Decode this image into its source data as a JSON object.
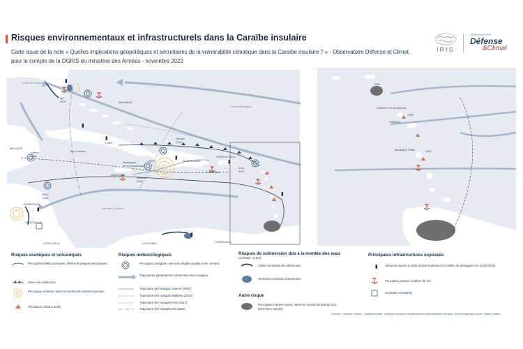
{
  "header": {
    "title": "Risques environnementaux et infrastructurels dans la Caraïbe insulaire",
    "subtitle": "Carte issue de la note « Quelles implications géopolitiques et sécuritaires de la vulnérabilité climatique dans la Caraïbe insulaire ? » - Observatoire Défense et Climat, pour le compte de la DGRIS du ministère des Armées - novembre 2022"
  },
  "logos": {
    "iris": "IRIS",
    "observatoire": "OBSERVATOIRE",
    "defense": "Défense",
    "climat": "&Climat"
  },
  "map_labels": {
    "golfe_mexique": "Golfe du Mexique",
    "bahamas": "BAHAMAS",
    "ocean_atlantique": "Océan Atlantique",
    "mer_caraibes": "Mer des Caraïbes",
    "cuba": "CUBA",
    "mexique": "MEXIQUE",
    "honduras": "HONDURAS",
    "nicaragua": "NICARAGUA",
    "costa_rica": "COSTA RICA",
    "colombie": "COLOMBIE",
    "venezuela": "VENEZUELA",
    "haiti": "HAÏTI",
    "dominicana": "DOMINICANA",
    "jamaique": "JAMAÏQUE",
    "puerto_rico": "PUERTO RICO",
    "ian": "Ian",
    "ian_year": "2022",
    "jeanne": "Jeanne",
    "jeanne_year": "2004",
    "matthew": "Matthew",
    "matthew_year": "2016",
    "irma": "Irma",
    "irma_year": "2017",
    "gilbert": "Gilbert",
    "gilbert_year": "1988",
    "mitch": "Mitch",
    "mitch_year": "1998",
    "ten_colmans": "Ten Colmans",
    "martinique_guadeloupe": "Martinique\nde la Guadeloupe",
    "ponte_rica": "Ponte Rica",
    "gp_soufriere_montserrat": "Soufrière de Montserrat",
    "gp_soufriere": "Soufrière",
    "gp_montagne_pelee": "Montagne Pelée",
    "gp_1995": "1995",
    "gp_1902": "1902",
    "gp_1986": "1986"
  },
  "legend": {
    "sismique": {
      "title": "Risques sismiques et volcaniques",
      "items": [
        "Principales failles sismiques, limites de plaques tectoniques",
        "Zones de subduction",
        "Principaux séismes, selon le nombre de victimes (année)",
        "Principaux volcans actifs"
      ]
    },
    "meteo": {
      "title": "Risques météorologiques",
      "items": [
        "Principaux ouragans, selon les dégâts causés (nom, année)",
        "Trajectoires généralement observées des ouragans",
        "Trajectoire de l'ouragan Jeanne (2004)",
        "Trajectoire de l'ouragan Matthew (2016)",
        "Trajectoire de l'ouragan Irma (2017)",
        "Trajectoire de l'ouragan Ian (2022)"
      ]
    },
    "submersion": {
      "title": "Risques de submersion dus à la montée des eaux",
      "subtitle": "(scénario +2,5m)",
      "items": [
        "Côtes menacées de submersion",
        "Territoires menacés d'immersion"
      ]
    },
    "autre": {
      "title": "Autre risque",
      "items": [
        "Principales marées noires, selon les tonnes de pétrole brut déversées (année)"
      ]
    },
    "infra": {
      "title": "Principales infrastructures exposées",
      "items": [
        "Aéroports ayant un trafic annuel supérieur à 1 million de passagers (en 2018-2019)",
        "Principaux ports en matière de fret",
        "Centrales nucléaires"
      ]
    }
  },
  "sources": "Sources : Climate Central ; Caribbean Atlas ; National Oceanic and Atmospheric Administration (NOAA) ; World Shipping Council ; Atlas Caraïbe.",
  "colors": {
    "sea": "#e6ebf1",
    "land": "#ffffff",
    "accent": "#d94e3a",
    "hurricane_path": "#9aaec4",
    "submersion": "#4a6e8f",
    "oil": "#7b7b7b"
  }
}
